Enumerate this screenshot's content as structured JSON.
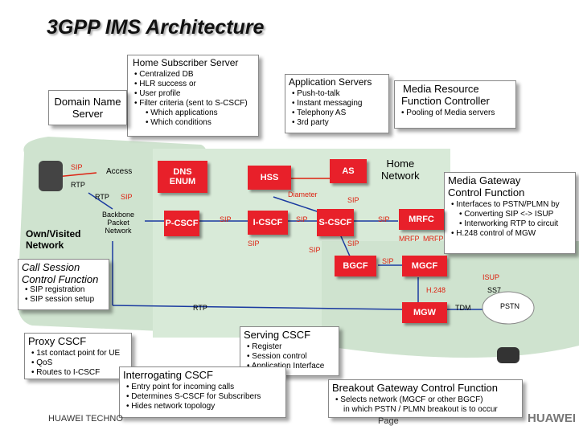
{
  "title": "3GPP IMS Architecture",
  "hss_callout": {
    "heading": "Home Subscriber Server",
    "items": [
      "• Centralized DB",
      "• HLR success or",
      "• User profile",
      "• Filter criteria (sent to S-CSCF)",
      "• Which applications",
      "• Which conditions"
    ]
  },
  "domain_name": {
    "line1": "Domain Name",
    "line2": "Server"
  },
  "app_servers": {
    "heading": "Application Servers",
    "items": [
      "• Push-to-talk",
      "• Instant messaging",
      "• Telephony AS",
      "• 3rd party"
    ]
  },
  "mrfc_callout": {
    "heading1": "Media Resource",
    "heading2": "Function Controller",
    "items": [
      "• Pooling of Media servers"
    ]
  },
  "mgcf_callout": {
    "heading1": "Media Gateway",
    "heading2": "Control Function",
    "items": [
      "• Interfaces to PSTN/PLMN by",
      "• Converting SIP <-> ISUP",
      "• Interworking RTP to circuit",
      "• H.248 control of MGW"
    ]
  },
  "network": {
    "sip1": "SIP",
    "rtp1": "RTP",
    "access": "Access",
    "rtp2": "RTP",
    "sip2": "SIP",
    "backbone1": "Backbone",
    "backbone2": "Packet",
    "backbone3": "Network",
    "own_visited1": "Own/Visited",
    "own_visited2": "Network",
    "dns1": "DNS",
    "dns2": "ENUM",
    "pcscf": "P-CSCF",
    "sip3": "SIP",
    "icscf": "I-CSCF",
    "sip4": "SIP",
    "scscf": "S-CSCF",
    "sip5": "SIP",
    "hss": "HSS",
    "diameter": "Diameter",
    "as": "AS",
    "sip6": "SIP",
    "home1": "Home",
    "home2": "Network",
    "mrfc": "MRFC",
    "mrfp1": "MRFP",
    "mrfp2": "MRFP",
    "sip7": "SIP",
    "sip8": "SIP",
    "bgcf": "BGCF",
    "sip9": "SIP",
    "mgcf": "MGCF",
    "isup": "ISUP",
    "h248": "H.248",
    "ss7": "SS7",
    "pstn": "PSTN",
    "mgw": "MGW",
    "tdm": "TDM",
    "rtp3": "RTP",
    "sip10": "SIP"
  },
  "call_session": {
    "heading1": "Call Session",
    "heading2": "Control Function",
    "items": [
      "• SIP registration",
      "• SIP session setup"
    ]
  },
  "proxy": {
    "heading": "Proxy CSCF",
    "items": [
      "• 1st contact point for UE",
      "• QoS",
      "• Routes to I-CSCF"
    ]
  },
  "serving": {
    "heading": "Serving CSCF",
    "items": [
      "• Register",
      "• Session control",
      "• Application Interface"
    ]
  },
  "interrogating": {
    "heading": "Interrogating CSCF",
    "items": [
      "• Entry point for incoming calls",
      "• Determines S-CSCF for Subscribers",
      "• Hides network topology"
    ]
  },
  "breakout": {
    "heading": "Breakout Gateway Control Function",
    "items": [
      "• Selects network (MGCF or other BGCF)",
      "in which PSTN / PLMN breakout is to occur"
    ]
  },
  "footer": {
    "company": "HUAWEI TECHNO",
    "page": "Page",
    "logo": "HUAWEI"
  }
}
